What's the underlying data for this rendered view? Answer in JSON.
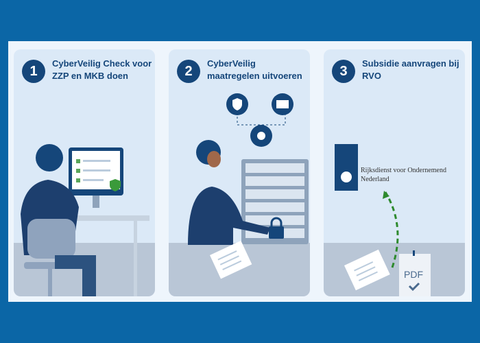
{
  "steps": [
    {
      "number": "1",
      "title": "CyberVeilig Check voor ZZP en MKB doen"
    },
    {
      "number": "2",
      "title": "CyberVeilig maatregelen uitvoeren"
    },
    {
      "number": "3",
      "title": "Subsidie aanvragen bij RVO"
    }
  ],
  "rvo_logo_text": "Rijksdienst voor Ondernemend Nederland",
  "pdf_label": "PDF",
  "colors": {
    "background": "#0b66a6",
    "card": "#dbe9f7",
    "navy": "#15467a",
    "arrow": "#2e8a2e"
  }
}
